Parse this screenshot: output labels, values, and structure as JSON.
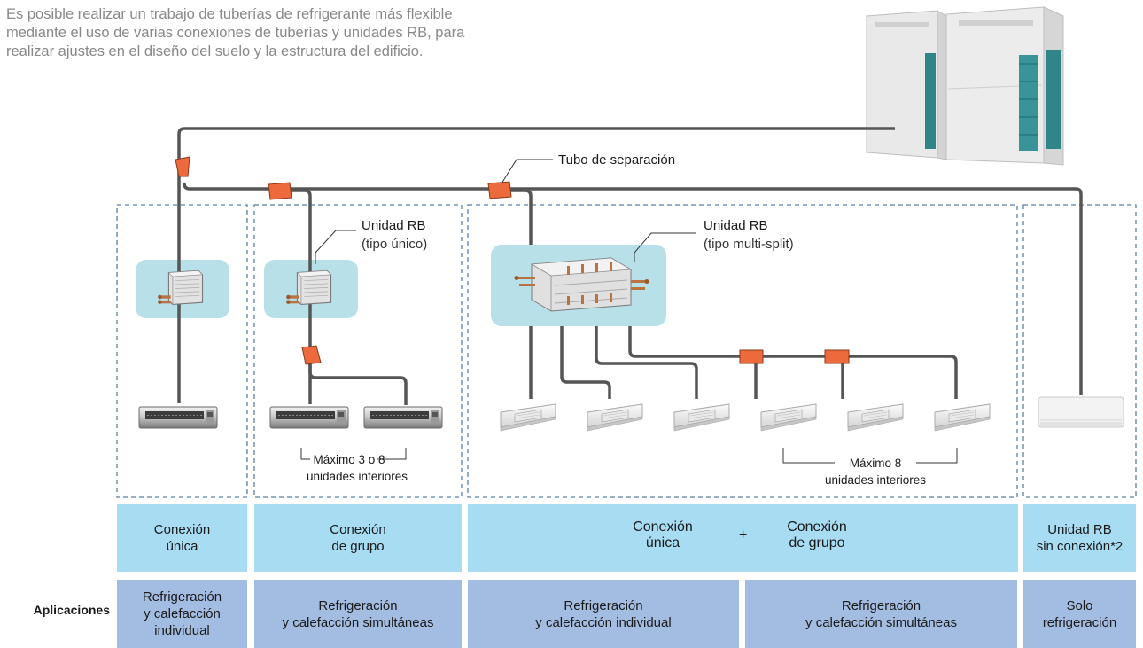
{
  "intro": {
    "line1": "Es posible realizar un trabajo de tuberías de refrigerante más flexible",
    "line2": "mediante el uso de varias conexiones de tuberías y unidades RB, para",
    "line3": "realizar ajustes en el diseño del suelo y la estructura del edificio."
  },
  "labels": {
    "separation_tube": "Tubo de separación",
    "rb_single_title": "Unidad RB",
    "rb_single_sub": "(tipo único)",
    "rb_multi_title": "Unidad RB",
    "rb_multi_sub": "(tipo multi-split)",
    "max_group_line1": "Máximo 3 o 8",
    "max_group_line2": "unidades interiores",
    "max_multi_line1": "Máximo 8",
    "max_multi_line2": "unidades interiores"
  },
  "connections": {
    "col1": {
      "line1": "Conexión",
      "line2": "única"
    },
    "col2": {
      "line1": "Conexión",
      "line2": "de grupo"
    },
    "col3a": {
      "line1": "Conexión",
      "line2": "única"
    },
    "col3_plus": "+",
    "col3b": {
      "line1": "Conexión",
      "line2": "de grupo"
    },
    "col4": {
      "line1": "Unidad RB",
      "line2": "sin conexión*2"
    }
  },
  "applications": {
    "label": "Aplicaciones",
    "col1": {
      "line1": "Refrigeración",
      "line2": "y calefacción",
      "line3": "individual"
    },
    "col2": {
      "line1": "Refrigeración",
      "line2": "y calefacción simultáneas"
    },
    "col3": {
      "line1": "Refrigeración",
      "line2": "y calefacción individual"
    },
    "col4": {
      "line1": "Refrigeración",
      "line2": "y calefacción simultáneas"
    },
    "col5": {
      "line1": "Solo",
      "line2": "refrigeración"
    }
  },
  "colors": {
    "pipe": "#555555",
    "joint": "#ec6a3c",
    "rb_bg": "#b7e0e8",
    "dashed": "#5a7fa6",
    "connection_fill": "#a7dcf3",
    "application_fill": "#a3bde2"
  },
  "icons": [
    "outdoor-unit",
    "rb-unit-single",
    "rb-unit-multi",
    "duct-unit",
    "cassette-unit",
    "wall-unit",
    "separation-tube-joint"
  ]
}
